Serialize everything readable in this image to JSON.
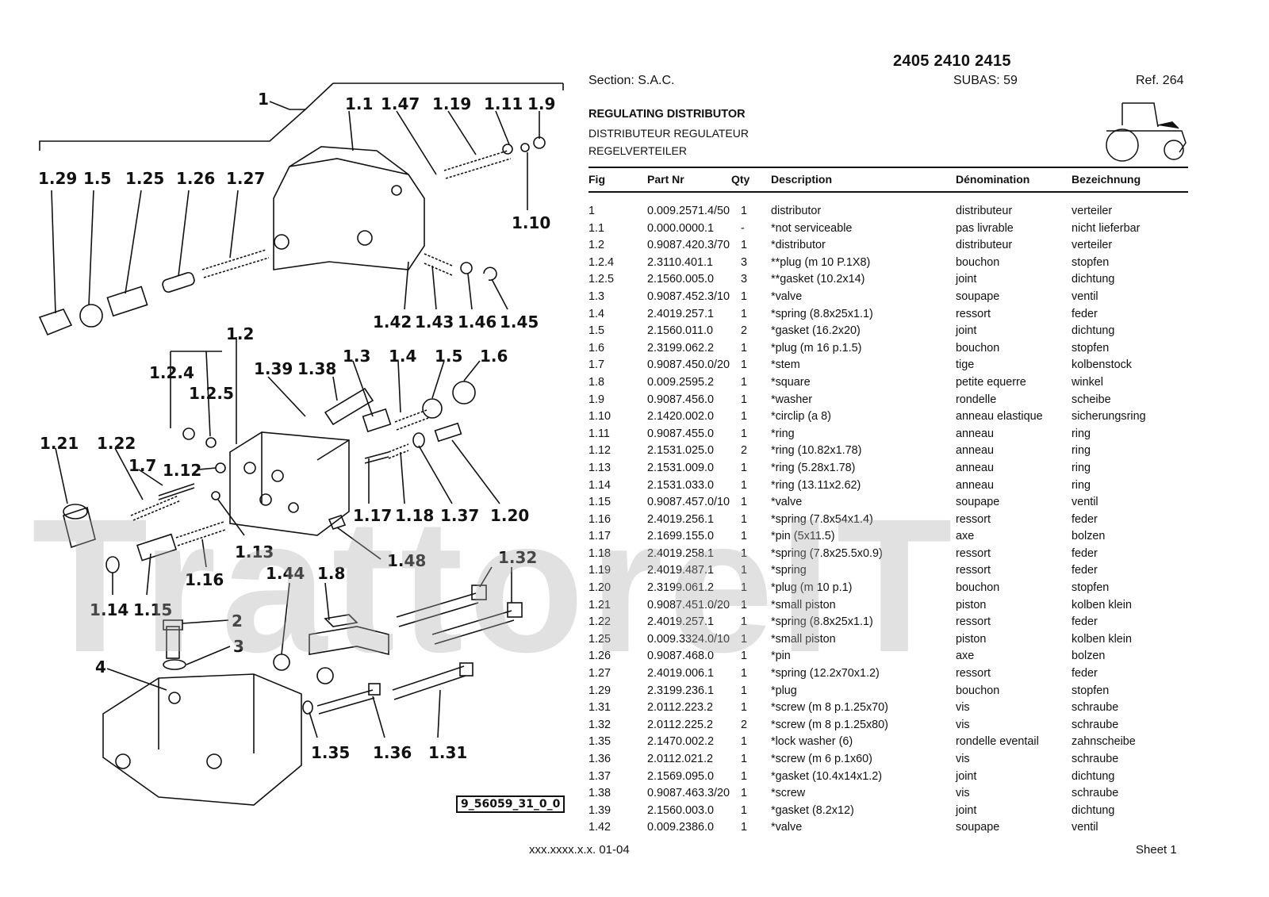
{
  "header": {
    "models": "2405 2410 2415",
    "section": "Section: S.A.C.",
    "subas": "SUBAS: 59",
    "ref": "Ref. 264",
    "title_en": "REGULATING DISTRIBUTOR",
    "title_fr": "DISTRIBUTEUR REGULATEUR",
    "title_de": "REGELVERTEILER"
  },
  "table": {
    "columns": [
      "Fig",
      "Part Nr",
      "Qty",
      "Description",
      "Dénomination",
      "Bezeichnung"
    ],
    "rows": [
      [
        "1",
        "0.009.2571.4/50",
        "1",
        "distributor",
        "distributeur",
        "verteiler"
      ],
      [
        "1.1",
        "0.000.0000.1",
        "-",
        "*not serviceable",
        "pas livrable",
        "nicht lieferbar"
      ],
      [
        "1.2",
        "0.9087.420.3/70",
        "1",
        "*distributor",
        "distributeur",
        "verteiler"
      ],
      [
        "1.2.4",
        "2.3110.401.1",
        "3",
        "**plug (m 10 P.1X8)",
        "bouchon",
        "stopfen"
      ],
      [
        "1.2.5",
        "2.1560.005.0",
        "3",
        "**gasket (10.2x14)",
        "joint",
        "dichtung"
      ],
      [
        "1.3",
        "0.9087.452.3/10",
        "1",
        "*valve",
        "soupape",
        "ventil"
      ],
      [
        "1.4",
        "2.4019.257.1",
        "1",
        "*spring (8.8x25x1.1)",
        "ressort",
        "feder"
      ],
      [
        "1.5",
        "2.1560.011.0",
        "2",
        "*gasket (16.2x20)",
        "joint",
        "dichtung"
      ],
      [
        "1.6",
        "2.3199.062.2",
        "1",
        "*plug (m 16 p.1.5)",
        "bouchon",
        "stopfen"
      ],
      [
        "1.7",
        "0.9087.450.0/20",
        "1",
        "*stem",
        "tige",
        "kolbenstock"
      ],
      [
        "1.8",
        "0.009.2595.2",
        "1",
        "*square",
        "petite equerre",
        "winkel"
      ],
      [
        "1.9",
        "0.9087.456.0",
        "1",
        "*washer",
        "rondelle",
        "scheibe"
      ],
      [
        "1.10",
        "2.1420.002.0",
        "1",
        "*circlip (a 8)",
        "anneau elastique",
        "sicherungsring"
      ],
      [
        "1.11",
        "0.9087.455.0",
        "1",
        "*ring",
        "anneau",
        "ring"
      ],
      [
        "1.12",
        "2.1531.025.0",
        "2",
        "*ring (10.82x1.78)",
        "anneau",
        "ring"
      ],
      [
        "1.13",
        "2.1531.009.0",
        "1",
        "*ring (5.28x1.78)",
        "anneau",
        "ring"
      ],
      [
        "1.14",
        "2.1531.033.0",
        "1",
        "*ring (13.11x2.62)",
        "anneau",
        "ring"
      ],
      [
        "1.15",
        "0.9087.457.0/10",
        "1",
        "*valve",
        "soupape",
        "ventil"
      ],
      [
        "1.16",
        "2.4019.256.1",
        "1",
        "*spring (7.8x54x1.4)",
        "ressort",
        "feder"
      ],
      [
        "1.17",
        "2.1699.155.0",
        "1",
        "*pin (5x11.5)",
        "axe",
        "bolzen"
      ],
      [
        "1.18",
        "2.4019.258.1",
        "1",
        "*spring (7.8x25.5x0.9)",
        "ressort",
        "feder"
      ],
      [
        "1.19",
        "2.4019.487.1",
        "1",
        "*spring",
        "ressort",
        "feder"
      ],
      [
        "1.20",
        "2.3199.061.2",
        "1",
        "*plug (m 10 p.1)",
        "bouchon",
        "stopfen"
      ],
      [
        "1.21",
        "0.9087.451.0/20",
        "1",
        "*small piston",
        "piston",
        "kolben klein"
      ],
      [
        "1.22",
        "2.4019.257.1",
        "1",
        "*spring (8.8x25x1.1)",
        "ressort",
        "feder"
      ],
      [
        "1.25",
        "0.009.3324.0/10",
        "1",
        "*small piston",
        "piston",
        "kolben klein"
      ],
      [
        "1.26",
        "0.9087.468.0",
        "1",
        "*pin",
        "axe",
        "bolzen"
      ],
      [
        "1.27",
        "2.4019.006.1",
        "1",
        "*spring (12.2x70x1.2)",
        "ressort",
        "feder"
      ],
      [
        "1.29",
        "2.3199.236.1",
        "1",
        "*plug",
        "bouchon",
        "stopfen"
      ],
      [
        "1.31",
        "2.0112.223.2",
        "1",
        "*screw (m 8 p.1.25x70)",
        "vis",
        "schraube"
      ],
      [
        "1.32",
        "2.0112.225.2",
        "2",
        "*screw (m 8 p.1.25x80)",
        "vis",
        "schraube"
      ],
      [
        "1.35",
        "2.1470.002.2",
        "1",
        "*lock washer (6)",
        "rondelle eventail",
        "zahnscheibe"
      ],
      [
        "1.36",
        "2.0112.021.2",
        "1",
        "*screw (m 6 p.1x60)",
        "vis",
        "schraube"
      ],
      [
        "1.37",
        "2.1569.095.0",
        "1",
        "*gasket (10.4x14x1.2)",
        "joint",
        "dichtung"
      ],
      [
        "1.38",
        "0.9087.463.3/20",
        "1",
        "*screw",
        "vis",
        "schraube"
      ],
      [
        "1.39",
        "2.1560.003.0",
        "1",
        "*gasket (8.2x12)",
        "joint",
        "dichtung"
      ],
      [
        "1.42",
        "0.009.2386.0",
        "1",
        "*valve",
        "soupape",
        "ventil"
      ]
    ]
  },
  "diagram": {
    "drawing_code": "9_56059_31_0_0",
    "labels": [
      "1",
      "1.1",
      "1.47",
      "1.19",
      "1.11",
      "1.9",
      "1.10",
      "1.29",
      "1.5",
      "1.25",
      "1.26",
      "1.27",
      "1.42",
      "1.43",
      "1.46",
      "1.45",
      "1.2",
      "1.2.4",
      "1.2.5",
      "1.39",
      "1.38",
      "1.3",
      "1.4",
      "1.5",
      "1.6",
      "1.21",
      "1.22",
      "1.7",
      "1.12",
      "1.17",
      "1.18",
      "1.37",
      "1.20",
      "1.13",
      "1.48",
      "1.16",
      "1.14",
      "1.15",
      "1.44",
      "1.8",
      "1.32",
      "2",
      "3",
      "4",
      "1.35",
      "1.36",
      "1.31"
    ]
  },
  "watermark": "TrattoreIT",
  "footer": {
    "code": "xxx.xxxx.x.x. 01-04",
    "sheet": "Sheet 1"
  }
}
